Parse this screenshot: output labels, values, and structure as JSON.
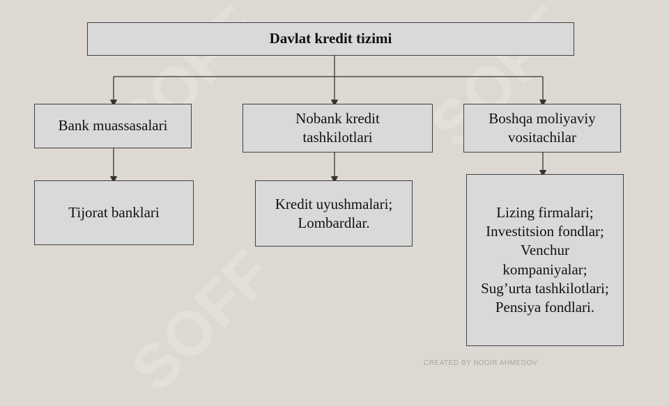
{
  "diagram": {
    "root": "Davlat kredit tizimi",
    "level1": [
      "Bank muassasalari",
      "Nobank kredit\ntashkilotlari",
      "Boshqa moliyaviy\nvositachilar"
    ],
    "level2": [
      "Tijorat banklari",
      "Kredit uyushmalari;\nLombardlar.",
      "Lizing firmalari;\nInvestitsion fondlar;\nVenchur\nkompaniyalar;\nSug’urta tashkilotlari;\nPensiya fondlari."
    ]
  },
  "watermark": {
    "text": "SOFF",
    "color": "#7ec27e"
  },
  "footer": {
    "credit": "CREATED BY NODIR AHMEDOV"
  },
  "colors": {
    "background": "#ddd9d2",
    "box_fill": "#d9d9d9",
    "box_border": "#3f3f3f"
  }
}
